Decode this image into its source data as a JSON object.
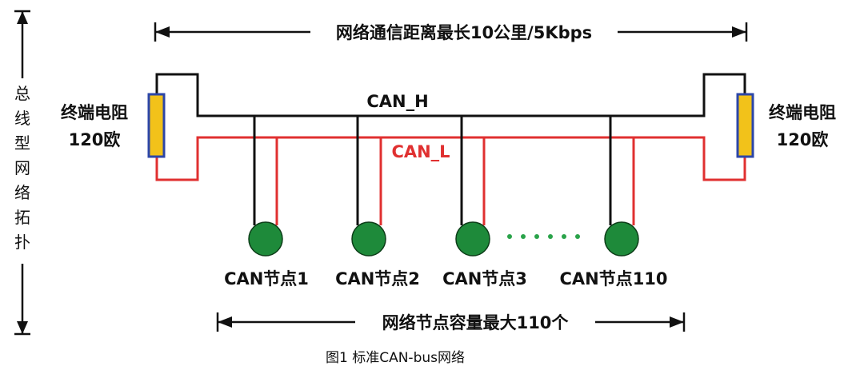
{
  "diagram": {
    "left_vertical_label": "总线型网络拓扑",
    "distance_label": "网络通信距离最长10公里/5Kbps",
    "capacity_label": "网络节点容量最大110个",
    "can_h_label": "CAN_H",
    "can_l_label": "CAN_L",
    "terminator_left": {
      "line1": "终端电阻",
      "line2": "120欧"
    },
    "terminator_right": {
      "line1": "终端电阻",
      "line2": "120欧"
    },
    "nodes": [
      {
        "label": "CAN节点1"
      },
      {
        "label": "CAN节点2"
      },
      {
        "label": "CAN节点3"
      },
      {
        "label": "CAN节点110"
      }
    ],
    "caption": "图1  标准CAN-bus网络"
  },
  "colors": {
    "can_h": "#111111",
    "can_l": "#e03030",
    "node_fill": "#1e8a3a",
    "dots": "#2aa34a",
    "resistor_fill": "#f2c21a",
    "resistor_border": "#2c46a8"
  }
}
